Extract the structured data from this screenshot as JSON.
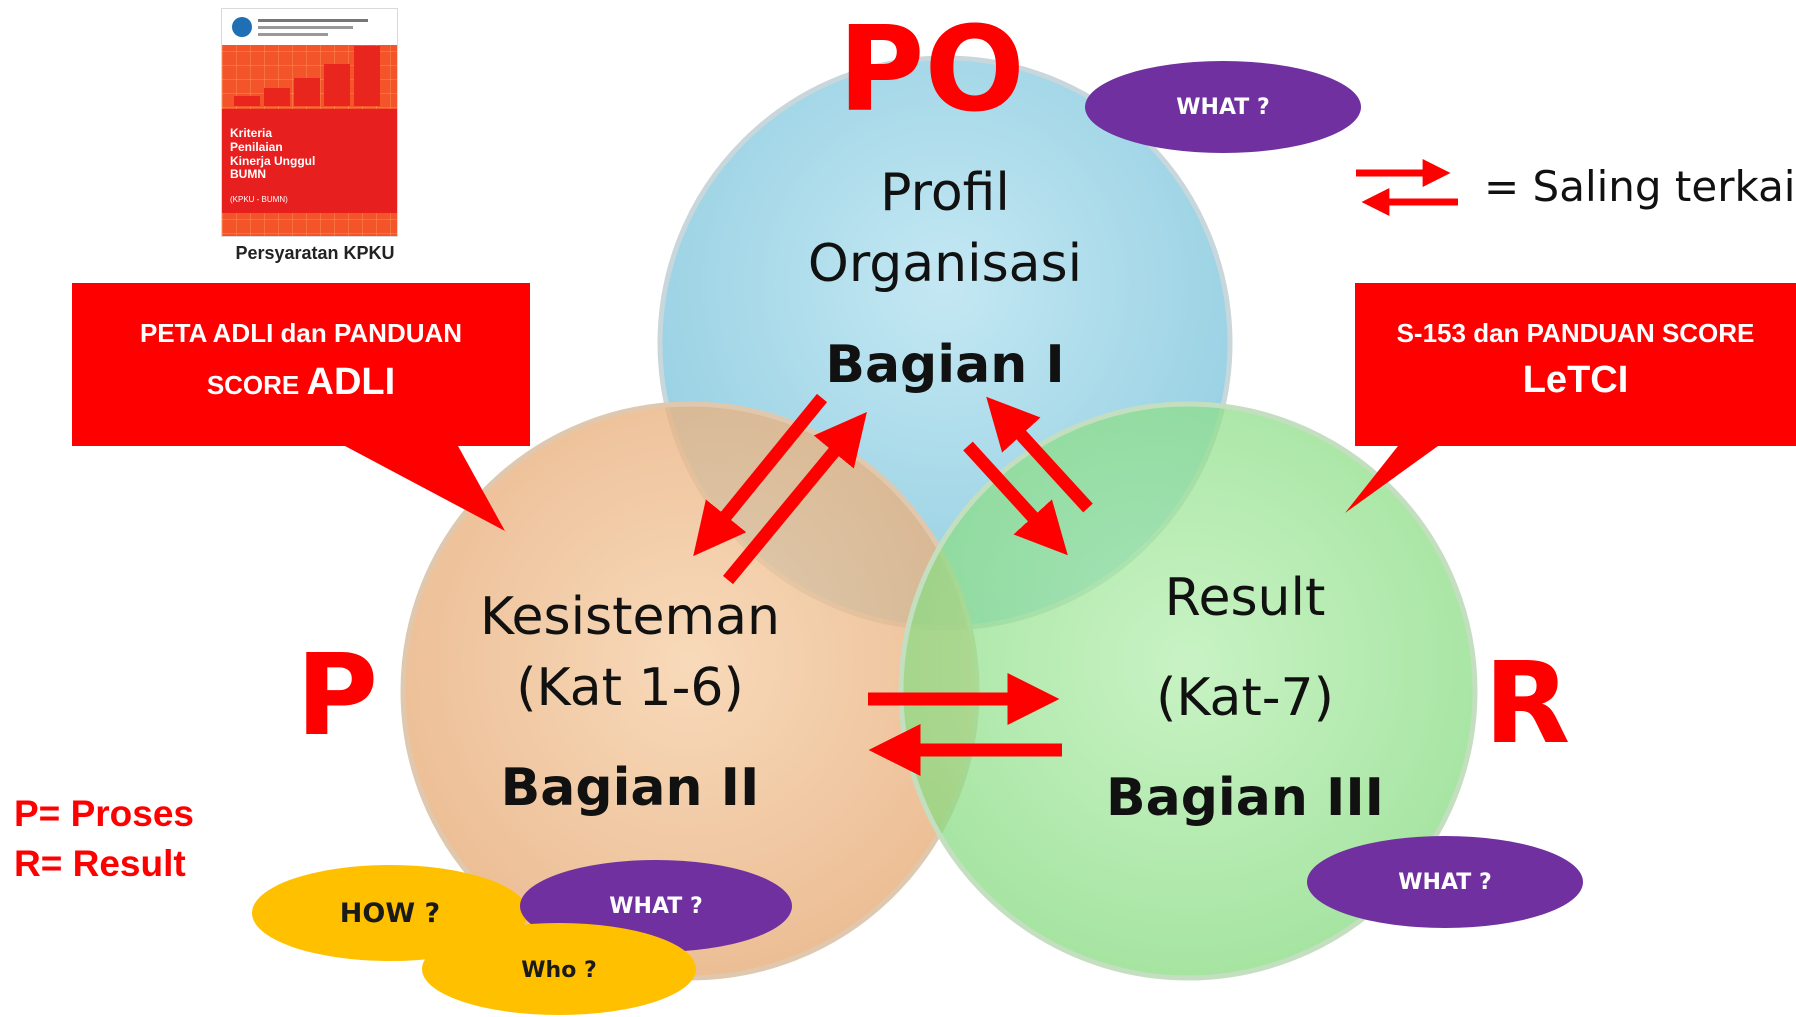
{
  "book": {
    "cover_title": "Kriteria Penilaian Kinerja Unggul BUMN",
    "cover_subtitle": "(KPKU - BUMN)",
    "caption": "Persyaratan KPKU"
  },
  "letters": {
    "po": "PO",
    "p": "P",
    "r": "R"
  },
  "circles": {
    "profil": {
      "line1": "Profil",
      "line2": "Organisasi",
      "part": "Bagian I",
      "color": "#a9dcec"
    },
    "kesisteman": {
      "line1": "Kesisteman",
      "line2": "(Kat 1-6)",
      "part": "Bagian II",
      "color": "#f2bf8f"
    },
    "result": {
      "line1": "Result",
      "line2": "(Kat-7)",
      "part": "Bagian III",
      "color": "#9fe49a"
    }
  },
  "bubbles": {
    "what_top": "WHAT ?",
    "what_left": "WHAT ?",
    "what_right": "WHAT ?",
    "how": "HOW ?",
    "who": "Who ?"
  },
  "callouts": {
    "left": {
      "line1": "PETA ADLI dan PANDUAN",
      "line2_small": "SCORE",
      "line2_big": "ADLI"
    },
    "right": {
      "line1": "S-153 dan PANDUAN SCORE",
      "line2_big": "LeTCI"
    }
  },
  "legend": {
    "saling": "= Saling terkait",
    "proses": "P= Proses",
    "result": "R= Result"
  },
  "colors": {
    "accent_red": "#ff0000",
    "bubble_purple": "#7030a0",
    "bubble_yellow": "#ffc000"
  }
}
